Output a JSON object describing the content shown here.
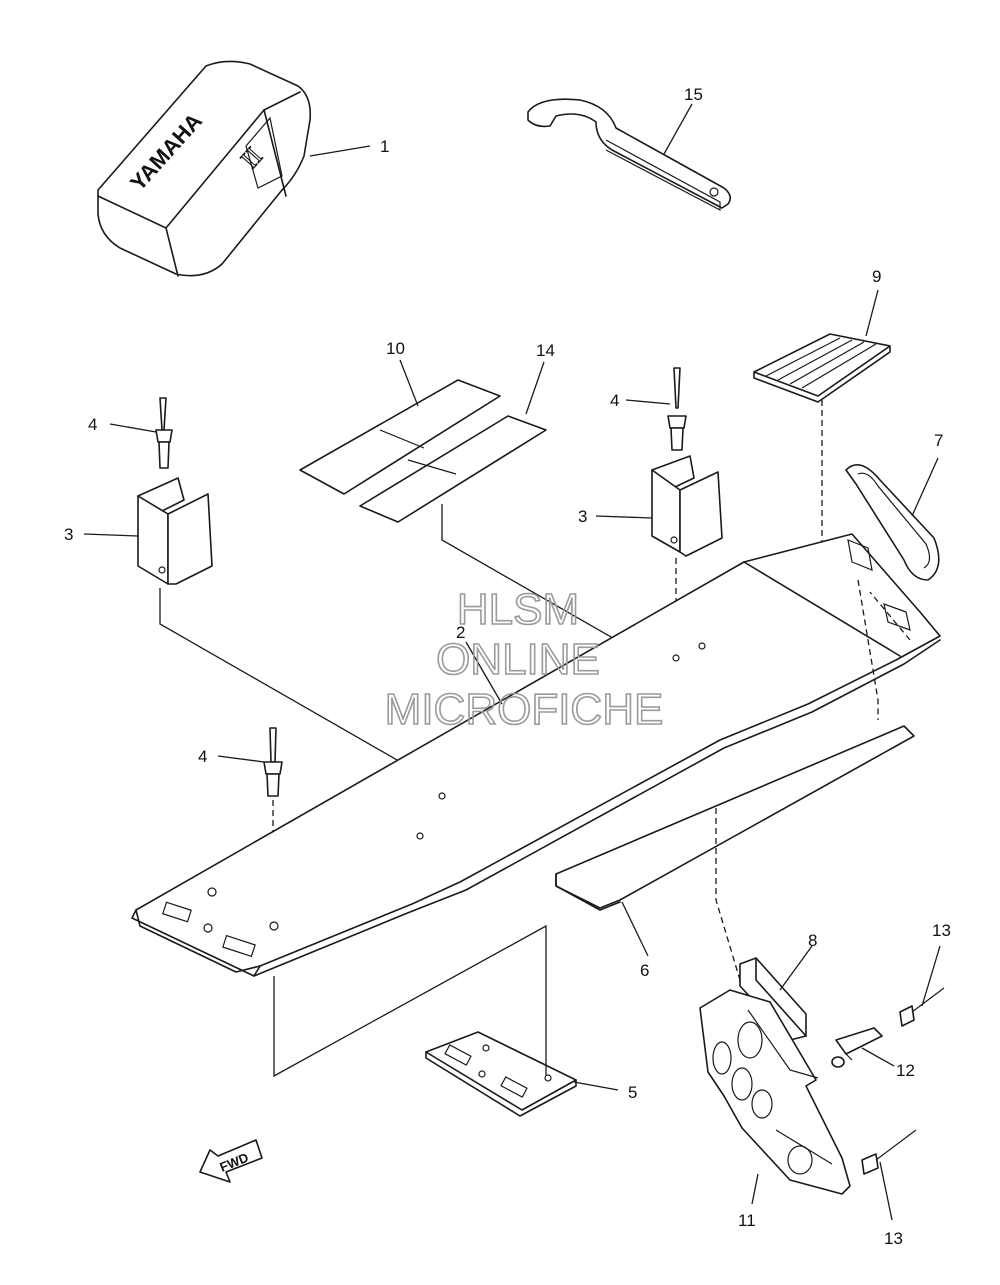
{
  "cover": {
    "brand": "YAMAHA",
    "badge": "II"
  },
  "watermark": {
    "lines": [
      "HLSM",
      "ONLINE",
      "MICROFICHE"
    ],
    "color": "#9a9a9a"
  },
  "fwd_label": "FWD",
  "callouts": [
    {
      "id": "c1",
      "text": "1"
    },
    {
      "id": "c2",
      "text": "2"
    },
    {
      "id": "c3a",
      "text": "3"
    },
    {
      "id": "c3b",
      "text": "3"
    },
    {
      "id": "c4a",
      "text": "4"
    },
    {
      "id": "c4b",
      "text": "4"
    },
    {
      "id": "c4c",
      "text": "4"
    },
    {
      "id": "c5",
      "text": "5"
    },
    {
      "id": "c6",
      "text": "6"
    },
    {
      "id": "c7",
      "text": "7"
    },
    {
      "id": "c8",
      "text": "8"
    },
    {
      "id": "c9",
      "text": "9"
    },
    {
      "id": "c10",
      "text": "10"
    },
    {
      "id": "c11",
      "text": "11"
    },
    {
      "id": "c12",
      "text": "12"
    },
    {
      "id": "c13a",
      "text": "13"
    },
    {
      "id": "c13b",
      "text": "13"
    },
    {
      "id": "c14",
      "text": "14"
    },
    {
      "id": "c15",
      "text": "15"
    }
  ]
}
